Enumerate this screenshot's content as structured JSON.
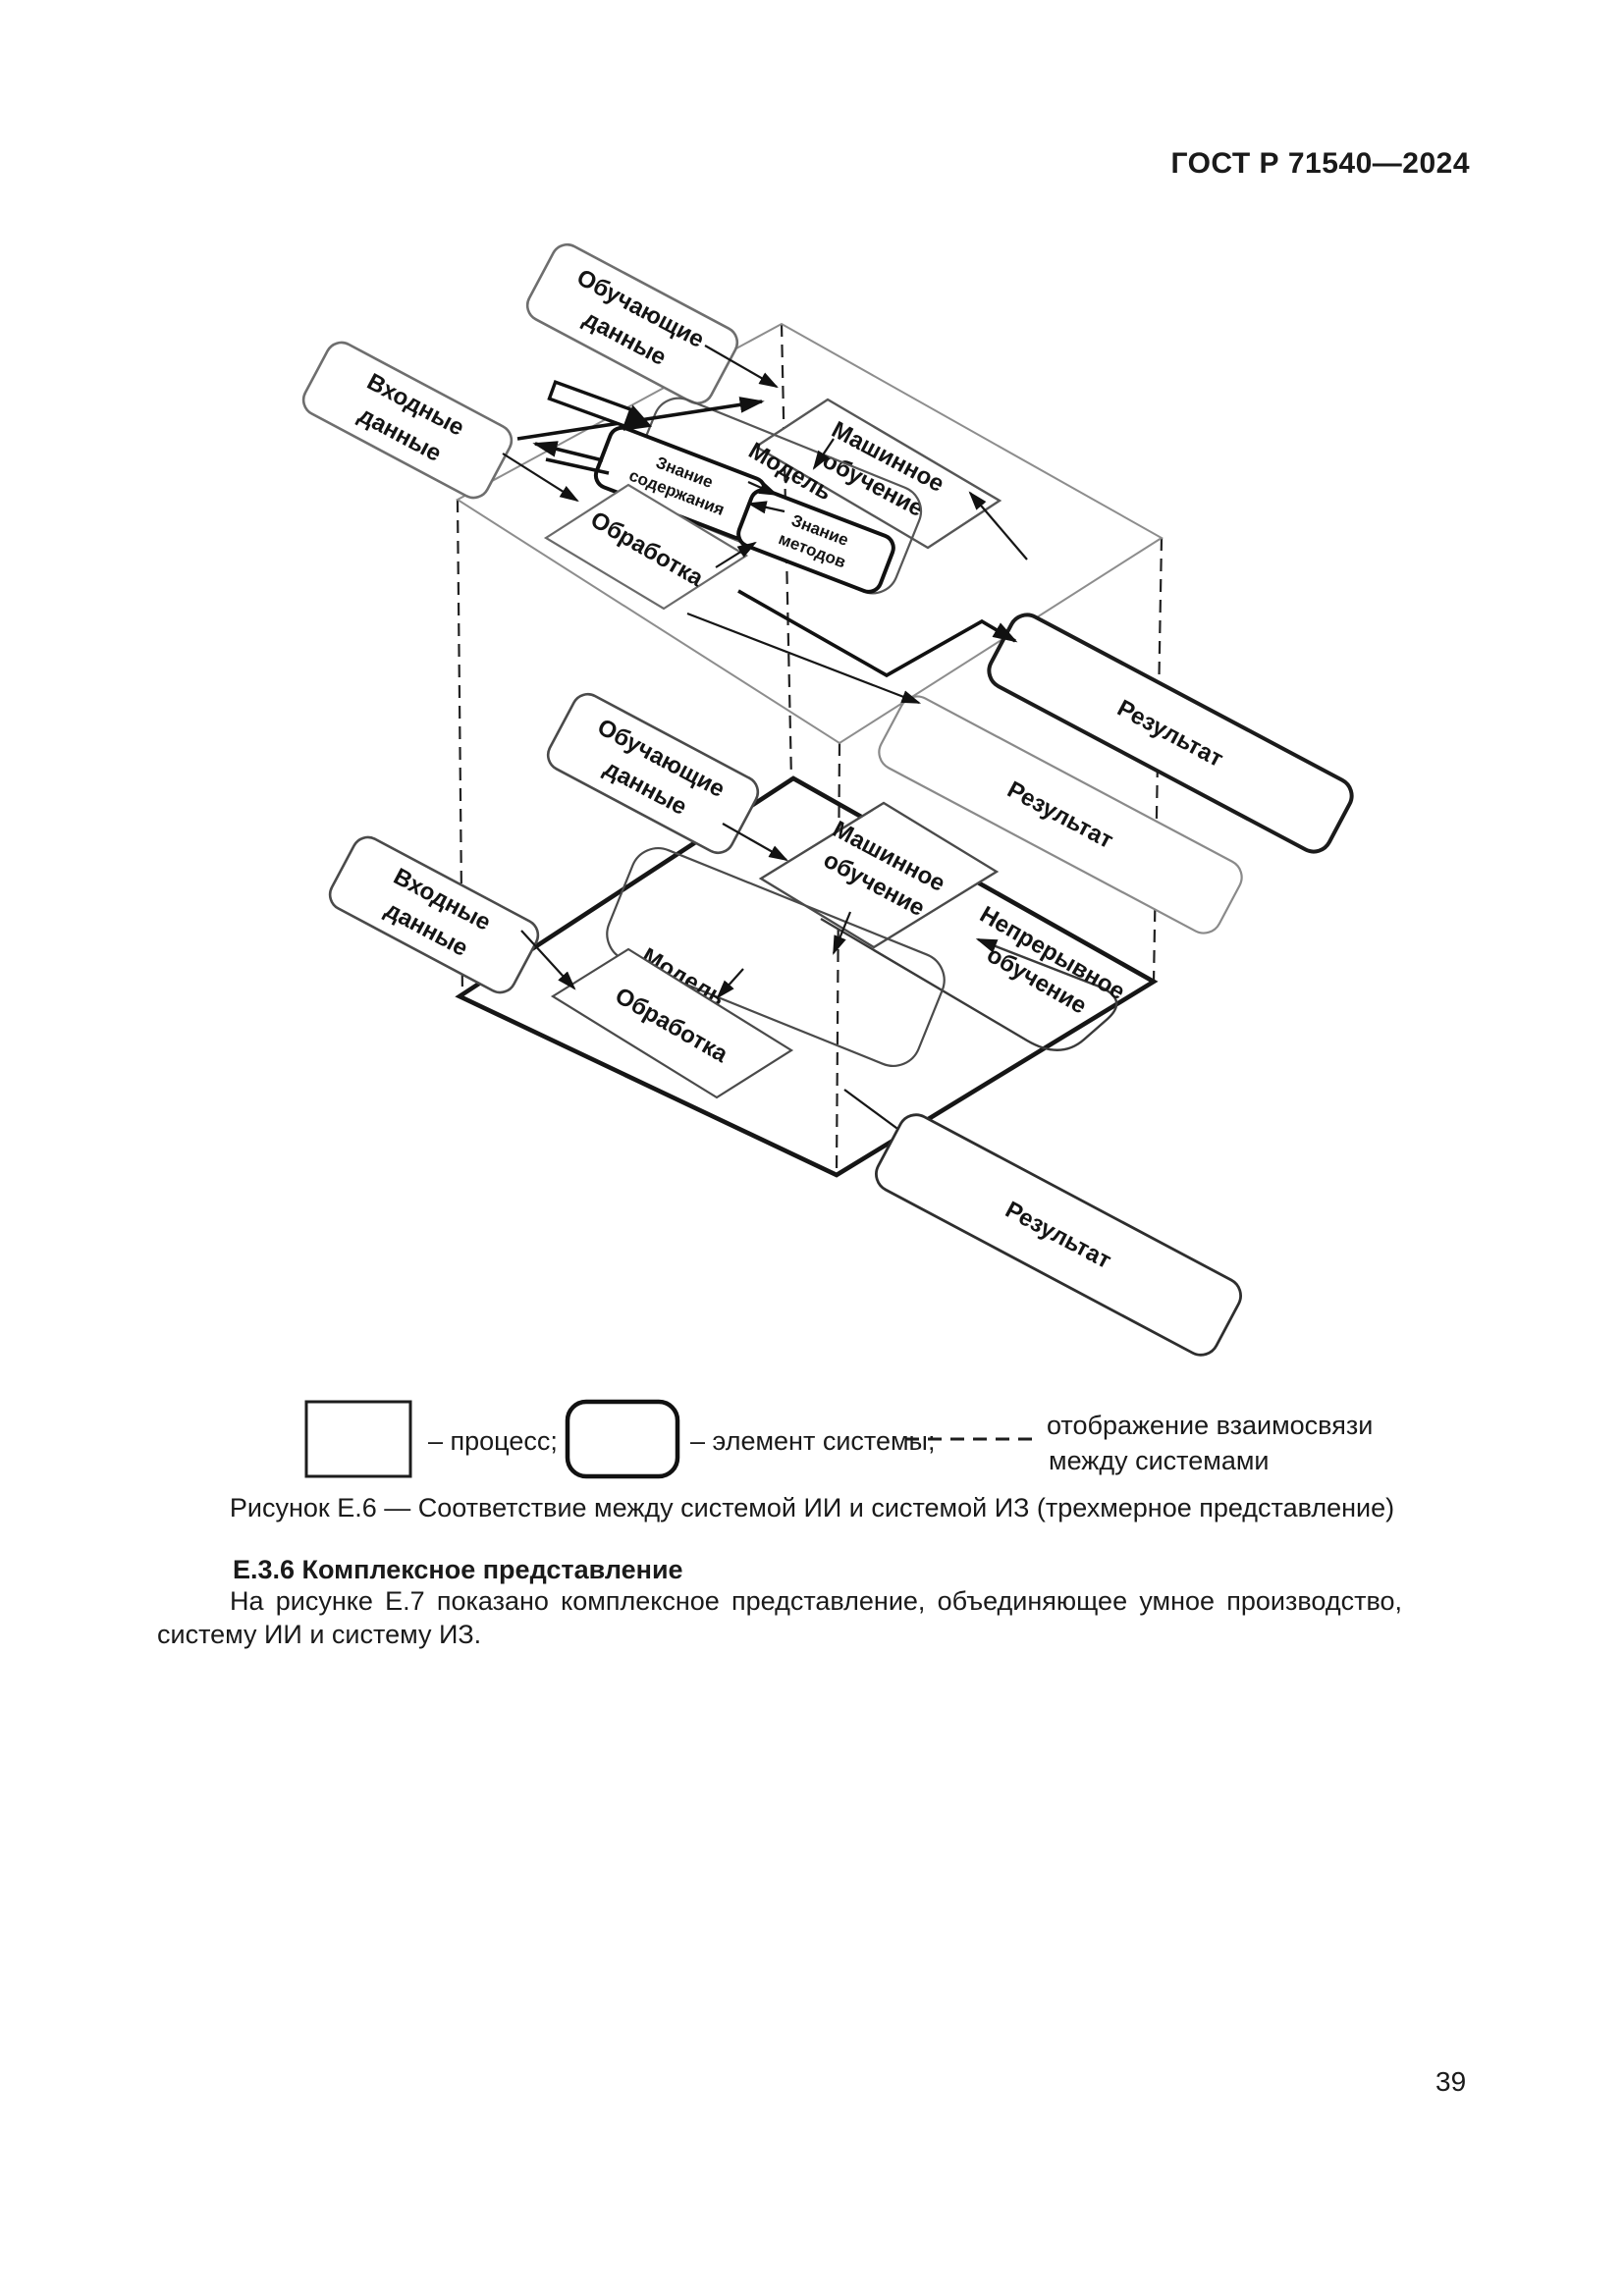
{
  "header": {
    "standard": "ГОСТ Р 71540—2024",
    "page_number": "39"
  },
  "diagram": {
    "upper": {
      "training_data": [
        "Обучающие",
        "данные"
      ],
      "input_data": [
        "Входные",
        "данные"
      ],
      "machine_learning": [
        "Машинное",
        "обучение"
      ],
      "model": "Модель",
      "knowledge_content": [
        "Знание",
        "содержания"
      ],
      "knowledge_methods": [
        "Знание",
        "методов"
      ],
      "processing": "Обработка",
      "result_primary": "Результат",
      "result_secondary": "Результат"
    },
    "lower": {
      "training_data": [
        "Обучающие",
        "данные"
      ],
      "input_data": [
        "Входные",
        "данные"
      ],
      "machine_learning": [
        "Машинное",
        "обучение"
      ],
      "model": "Модель",
      "processing": "Обработка",
      "continuous_learning": [
        "Непрерывное",
        "обучение"
      ],
      "result": "Результат"
    }
  },
  "legend": {
    "process": "– процесс;",
    "element": "– элемент системы;",
    "mapping": [
      "отображение взаимосвязи",
      "между системами"
    ]
  },
  "caption": "Рисунок Е.6 — Соответствие между системой ИИ и системой ИЗ (трехмерное представление)",
  "section": {
    "heading": "Е.3.6 Комплексное представление",
    "paragraph": "На рисунке Е.7 показано комплексное представление, объединяющее умное производство, систему ИИ и систему ИЗ."
  }
}
